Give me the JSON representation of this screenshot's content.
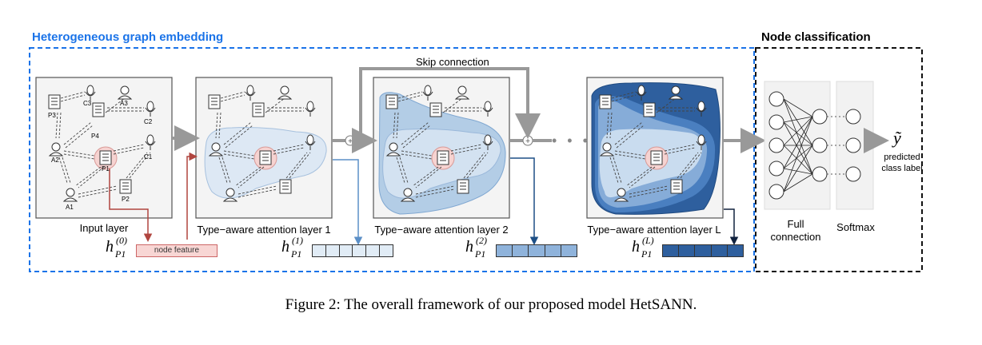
{
  "sections": {
    "embedding_title": "Heterogeneous graph embedding",
    "classification_title": "Node classification"
  },
  "panels": {
    "input_label": "Input layer",
    "layer1_label": "Type−aware attention layer 1",
    "layer2_label": "Type−aware attention layer 2",
    "layerL_label": "Type−aware attention layer L"
  },
  "skip_label": "Skip connection",
  "node_labels": {
    "c3": "C3",
    "a3": "A3",
    "c2": "C2",
    "p3": "P3",
    "p4": "P4",
    "a2": "A2",
    "p1": "P1",
    "c1": "C1",
    "a1": "A1",
    "p2": "P2"
  },
  "embeddings": {
    "h": "h",
    "sub": "P1",
    "sup0": "(0)",
    "sup1": "(1)",
    "sup2": "(2)",
    "supL": "(L)",
    "node_feature": "node feature"
  },
  "classifier": {
    "full_line1": "Full",
    "full_line2": "connection",
    "softmax": "Softmax",
    "y": "ỹ",
    "pred_line1": "predicted",
    "pred_line2": "class label"
  },
  "dots": "• • •",
  "caption": "Figure 2: The overall framework of our proposed model HetSANN.",
  "colors": {
    "blue_accent": "#1a73e8",
    "layer1_fill": "#dde8f4",
    "layer2_fill_outer": "#b3cde6",
    "layer2_fill_inner": "#d3e2f1",
    "layerL_dark": "#2e5f9e",
    "layerL_mid": "#4a7fc0",
    "layerL_light": "#c9dcef",
    "red_arrow": "#b0453f",
    "node_feature_fill": "#f8d6d4"
  }
}
